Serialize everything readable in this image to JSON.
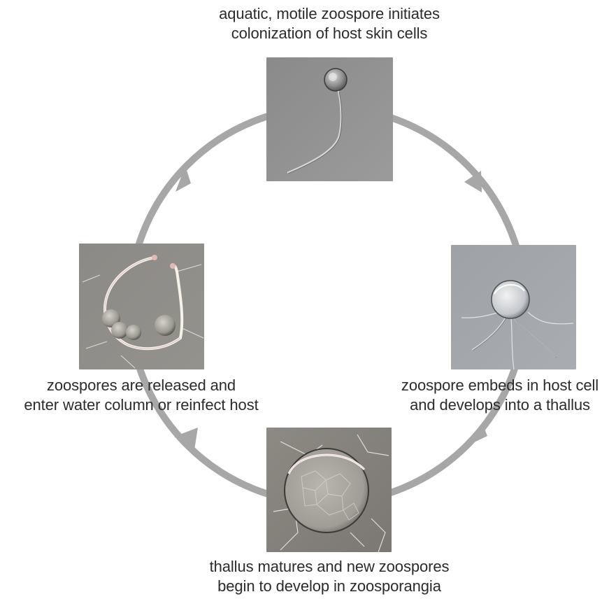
{
  "diagram": {
    "stages": [
      {
        "id": "zoospore",
        "caption_lines": [
          "aquatic, motile zoospore initiates",
          "colonization of host skin cells"
        ],
        "image": "motile-zoospore-micrograph"
      },
      {
        "id": "embed",
        "caption_lines": [
          "zoospore embeds in host cell",
          "and develops into a thallus"
        ],
        "image": "embedded-thallus-micrograph"
      },
      {
        "id": "mature",
        "caption_lines": [
          "thallus matures and new zoospores",
          "begin to develop in zoosporangia"
        ],
        "image": "zoosporangium-micrograph"
      },
      {
        "id": "release",
        "caption_lines": [
          "zoospores are released and",
          "enter water column or reinfect host"
        ],
        "image": "zoospore-release-micrograph"
      }
    ],
    "cycle": {
      "direction": "clockwise",
      "arrow_color": "#a7a7a7"
    }
  }
}
